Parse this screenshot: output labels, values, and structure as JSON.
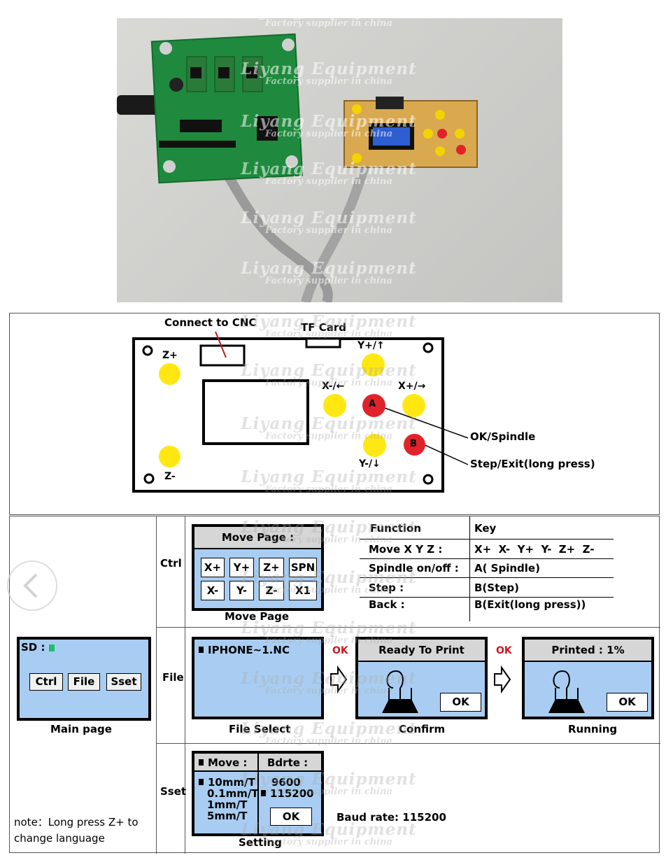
{
  "watermark": {
    "brand": "Liyang Equipment",
    "tagline": "Factory supplier in china"
  },
  "board_diagram": {
    "connect_label": "Connect to CNC",
    "tf_label": "TF Card",
    "buttons": {
      "z_plus": "Z+",
      "z_minus": "Z-",
      "y_plus": "Y+/↑",
      "y_minus": "Y-/↓",
      "x_minus": "X-/←",
      "x_plus": "X+/→",
      "a": "A",
      "b": "B"
    },
    "callout_a": "OK/Spindle",
    "callout_b": "Step/Exit(long press)",
    "colors": {
      "yellow": "#ffe812",
      "red": "#e0232b"
    }
  },
  "main_page": {
    "sd_label": "SD :",
    "buttons": [
      "Ctrl",
      "File",
      "Sset"
    ],
    "caption": "Main page",
    "note": "note：Long press Z+ to change language"
  },
  "rows": {
    "ctrl": "Ctrl",
    "file": "File",
    "sset": "Sset"
  },
  "move_page": {
    "title": "Move Page :",
    "keys_row1": [
      "X+",
      "Y+",
      "Z+",
      "SPN"
    ],
    "keys_row2": [
      "X-",
      "Y-",
      "Z-",
      "X1"
    ],
    "caption": "Move Page"
  },
  "function_table": {
    "headers": [
      "Function",
      "Key"
    ],
    "rows": [
      [
        "Move X Y Z :",
        "X+  X-  Y+  Y-  Z+  Z-"
      ],
      [
        "Spindle on/off :",
        "A( Spindle)"
      ],
      [
        "Step :",
        "B(Step)"
      ],
      [
        "Back :",
        "B(Exit(long press))"
      ]
    ]
  },
  "file_row": {
    "file_select": {
      "filename": "IPHONE~1.NC",
      "caption": "File Select"
    },
    "ok_label": "OK",
    "confirm": {
      "title": "Ready To Print",
      "button": "OK",
      "caption": "Confirm"
    },
    "running": {
      "title": "Printed : 1%",
      "button": "OK",
      "caption": "Running"
    }
  },
  "setting": {
    "move_header": "Move :",
    "baud_header": "Bdrte :",
    "moves": [
      "10mm/T",
      "0.1mm/T",
      "1mm/T",
      "5mm/T"
    ],
    "bauds": [
      "9600",
      "115200"
    ],
    "ok": "OK",
    "caption": "Setting",
    "baud_note": "Baud rate: 115200"
  }
}
